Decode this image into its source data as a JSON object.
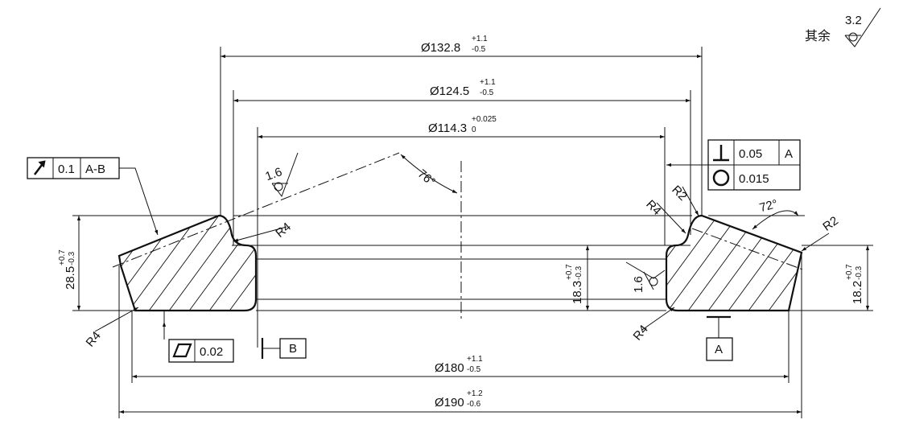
{
  "dims": {
    "d132": {
      "base": "Ø132.8",
      "up": "+1.1",
      "low": "-0.5"
    },
    "d124": {
      "base": "Ø124.5",
      "up": "+1.1",
      "low": "-0.5"
    },
    "d114": {
      "base": "Ø114.3",
      "up": "+0.025",
      "low": "0"
    },
    "d180": {
      "base": "Ø180",
      "up": "+1.1",
      "low": "-0.5"
    },
    "d190": {
      "base": "Ø190",
      "up": "+1.2",
      "low": "-0.6"
    },
    "h285": {
      "base": "28.5",
      "up": "+0.7",
      "low": "-0.3"
    },
    "h183": {
      "base": "18.3",
      "up": "+0.7",
      "low": "-0.3"
    },
    "h182": {
      "base": "18.2",
      "up": "+0.7",
      "low": "-0.3"
    }
  },
  "radii": {
    "r4": "R4",
    "r2": "R2"
  },
  "angles": {
    "a76": "76°",
    "a72": "72°"
  },
  "roughness": {
    "rest_label": "其余",
    "rest_value": "3.2",
    "face_value": "1.6"
  },
  "tolerance_frames": {
    "runout": {
      "value": "0.1",
      "datum": "A-B"
    },
    "perpendicularity": {
      "value": "0.05",
      "datum": "A"
    },
    "circularity": {
      "value": "0.015"
    },
    "flatness": {
      "value": "0.02"
    }
  },
  "datums": {
    "a": "A",
    "b": "B"
  }
}
